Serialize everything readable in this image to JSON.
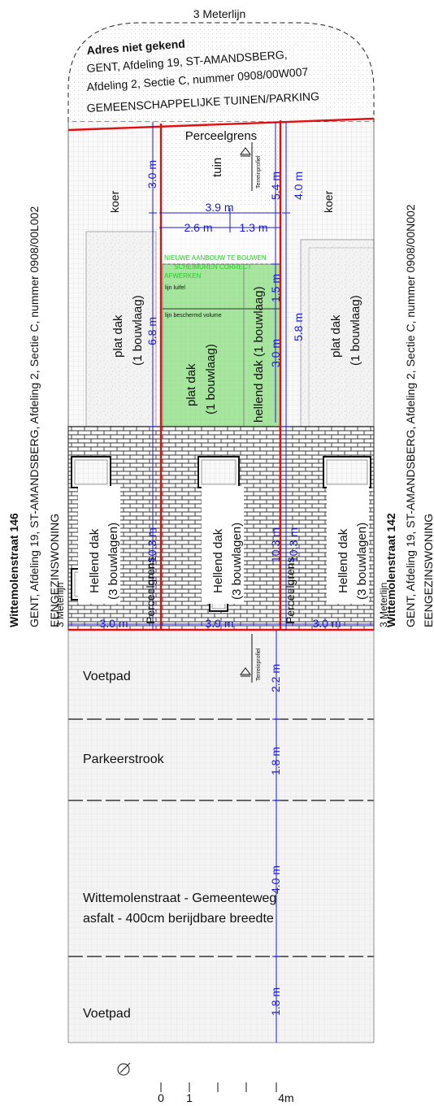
{
  "top": {
    "meterlijn": "3 Meterlijn",
    "adres_title": "Adres niet gekend",
    "adres_line1": "GENT, Afdeling 19, ST-AMANDSBERG,",
    "adres_line2": "Afdeling 2, Sectie C, nummer 0908/00W007",
    "adres_line3": "GEMEENSCHAPPELIJKE TUINEN/PARKING"
  },
  "left_building": {
    "title": "Wittemolenstraat 146",
    "line1": "GENT, Afdeling 19, ST-AMANDSBERG, Afdeling 2, Sectie C, nummer 0908/00L002",
    "line2": "EENGEZINSWONING",
    "meterlijn": "3 Meterlijn",
    "koer": "koer",
    "plat_dak": "plat dak",
    "bouwlaag": "(1 bouwlaag)",
    "hellend_dak": "Hellend dak",
    "bouwlagen": "(3 bouwlagen)",
    "perceelgrens": "Perceelgrens"
  },
  "right_building": {
    "title": "Wittemolenstraat 142",
    "line1": "GENT, Afdeling 19, ST-AMANDSBERG, Afdeling 2, Sectie C, nummer 0908/00N002",
    "line2": "EENGEZINSWONING",
    "meterlijn": "3 Meterlijn",
    "koer": "koer",
    "plat_dak": "plat dak",
    "bouwlaag": "(1 bouwlaag)",
    "hellend_dak": "Hellend dak",
    "bouwlagen": "(3 bouwlagen)",
    "perceelgrens": "Perceelgrens"
  },
  "center": {
    "perceelgrens": "Perceelgrens",
    "tuin": "tuin",
    "terreinprofiel": "Terreinprofiel",
    "note1": "NIEUWE AANBOUW TE BOUWEN",
    "note2": "SCHEIMUREN CORRECT",
    "note3": "AFWERKEN",
    "lijn_luifel": "lijn luifel",
    "lijn_volume": "lijn beschermd volume",
    "plat_dak": "plat dak",
    "bouwlaag": "(1 bouwlaag)",
    "hellend_dak_1": "hellend dak (1 bouwlaag)",
    "hellend_dak": "Hellend dak",
    "bouwlagen": "(3 bouwlagen)"
  },
  "dimensions": {
    "d_3_0_top": "3.0 m",
    "d_5_4": "5.4 m",
    "d_4_0_right": "4.0 m",
    "d_3_9_top": "3.9 m",
    "d_2_6": "2.6 m",
    "d_1_3": "1.3 m",
    "d_6_8": "6.8 m",
    "d_1_5": "1.5 m",
    "d_3_0_mid": "3.0 m",
    "d_5_8": "5.8 m",
    "d_10_3_left": "10.3 m",
    "d_10_3_center": "10.3 m",
    "d_10_3_right": "10.3 m",
    "d_3_0_bottom_left": "3.0 m",
    "d_3_9_bottom": "3.9 m",
    "d_3_0_bottom_right": "3.0 m",
    "d_2_2": "2.2 m",
    "d_1_8_a": "1.8 m",
    "d_4_0_road": "4.0 m",
    "d_1_8_b": "1.8 m"
  },
  "street": {
    "terreinprofiel": "Terreinprofiel",
    "voetpad_top": "Voetpad",
    "parkeerstrook": "Parkeerstrook",
    "road_line1": "Wittemolenstraat - Gemeenteweg",
    "road_line2": "asfalt - 400cm berijdbare breedte",
    "voetpad_bottom": "Voetpad"
  },
  "scale": {
    "label0": "0",
    "label1": "1",
    "label4": "4m"
  },
  "colors": {
    "red_boundary": "#e01010",
    "dimension_blue": "#1a1adc",
    "new_volume_green": "#a8e6a0",
    "note_green": "#22cc22"
  }
}
